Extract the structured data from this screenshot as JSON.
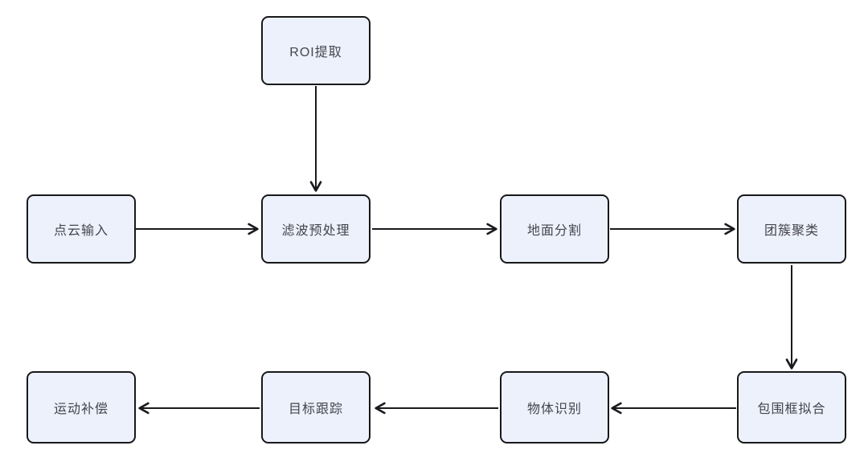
{
  "diagram": {
    "type": "flowchart",
    "nodes": [
      {
        "id": "roi-extraction",
        "label": "ROI提取"
      },
      {
        "id": "point-cloud-input",
        "label": "点云输入"
      },
      {
        "id": "filter-preprocess",
        "label": "滤波预处理"
      },
      {
        "id": "ground-segmentation",
        "label": "地面分割"
      },
      {
        "id": "cluster-clustering",
        "label": "团簇聚类"
      },
      {
        "id": "bounding-box-fit",
        "label": "包围框拟合"
      },
      {
        "id": "object-recognition",
        "label": "物体识别"
      },
      {
        "id": "target-tracking",
        "label": "目标跟踪"
      },
      {
        "id": "motion-compensation",
        "label": "运动补偿"
      }
    ],
    "edges": [
      {
        "from": "ROI提取",
        "to": "滤波预处理",
        "direction": "down"
      },
      {
        "from": "点云输入",
        "to": "滤波预处理",
        "direction": "right"
      },
      {
        "from": "滤波预处理",
        "to": "地面分割",
        "direction": "right"
      },
      {
        "from": "地面分割",
        "to": "团簇聚类",
        "direction": "right"
      },
      {
        "from": "团簇聚类",
        "to": "包围框拟合",
        "direction": "down"
      },
      {
        "from": "包围框拟合",
        "to": "物体识别",
        "direction": "left"
      },
      {
        "from": "物体识别",
        "to": "目标跟踪",
        "direction": "left"
      },
      {
        "from": "目标跟踪",
        "to": "运动补偿",
        "direction": "left"
      }
    ],
    "colors": {
      "background": "#ffffff",
      "node_fill": "#edf1fb",
      "node_border": "#18181b",
      "text": "#45454e",
      "arrow": "#1a1a1e"
    }
  }
}
